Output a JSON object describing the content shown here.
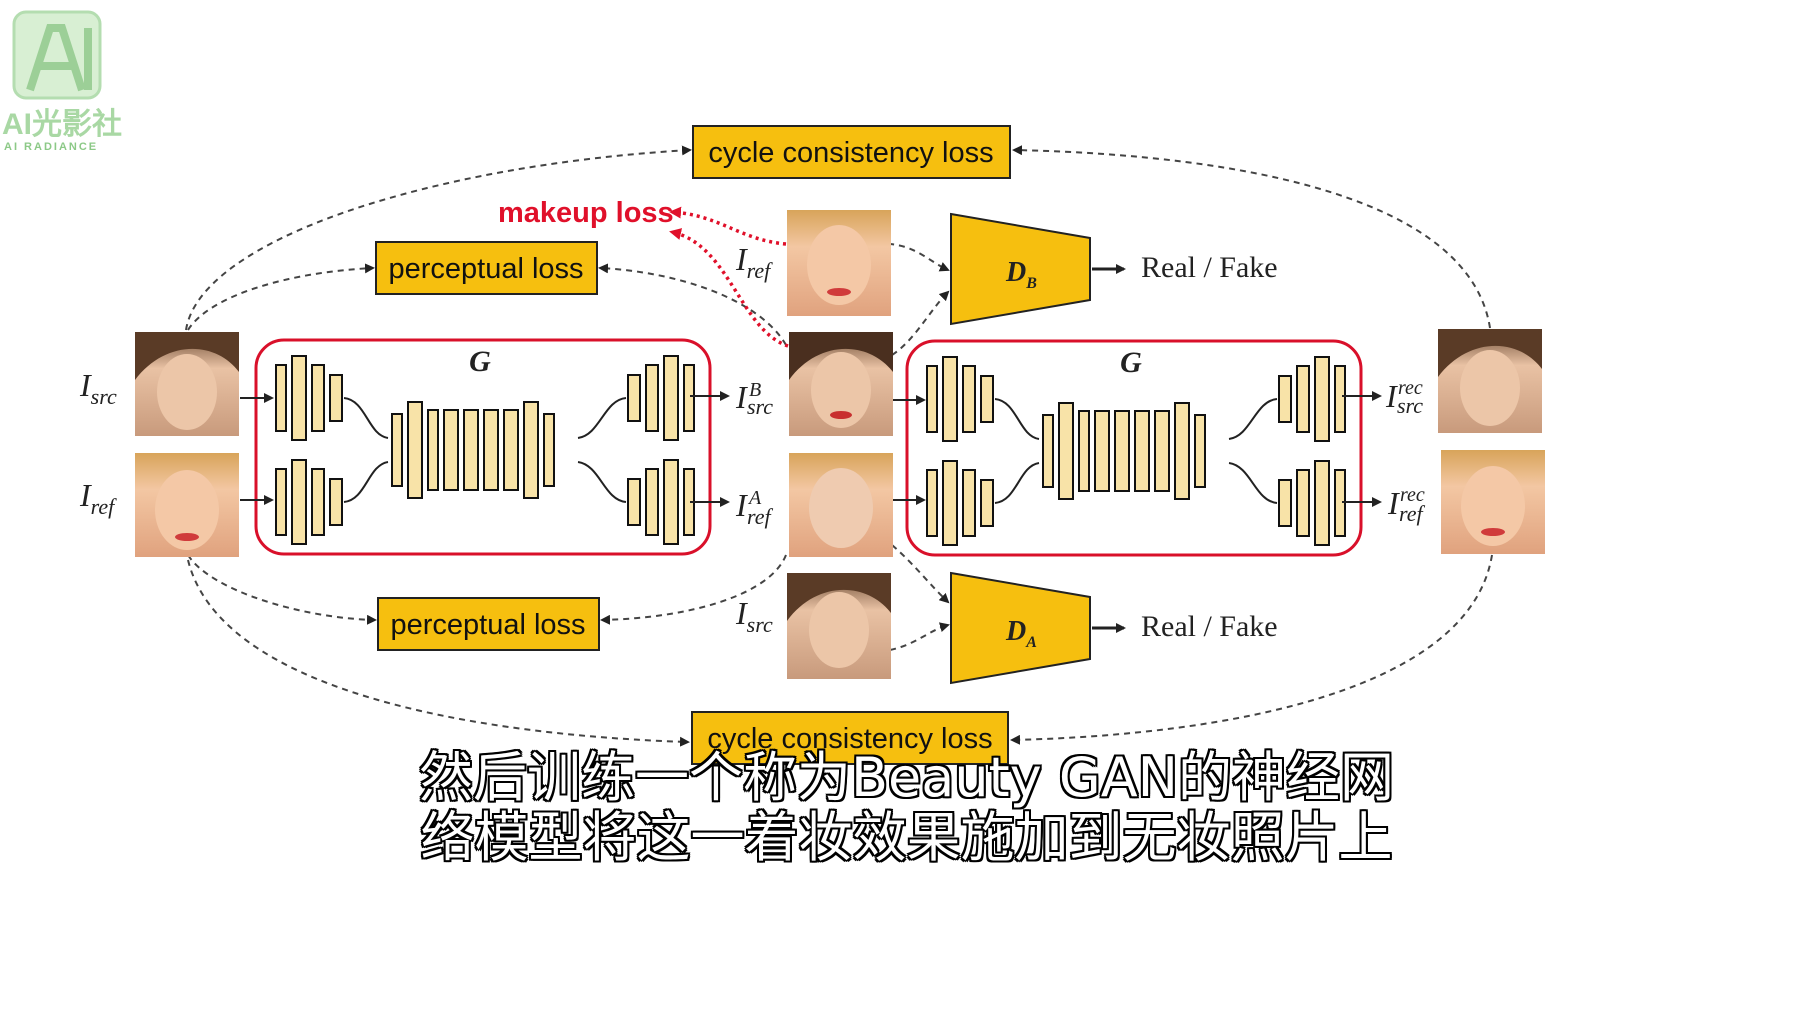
{
  "logo": {
    "brand_text": "AI光影社",
    "brand_sub": "AI RADIANCE"
  },
  "losses": {
    "cycle_top": "cycle consistency loss",
    "cycle_bottom": "cycle consistency loss",
    "perceptual_top": "perceptual loss",
    "perceptual_bottom": "perceptual loss",
    "makeup": "makeup loss"
  },
  "generator_label": "G",
  "discriminators": {
    "db": {
      "base": "D",
      "sub": "B"
    },
    "da": {
      "base": "D",
      "sub": "A"
    }
  },
  "real_fake": "Real / Fake",
  "symbols": {
    "I": "I",
    "src": "src",
    "ref": "ref",
    "rec": "rec",
    "A": "A",
    "B": "B"
  },
  "colors": {
    "loss_box": "#f6bf0f",
    "discriminator": "#f6bf0f",
    "generator_border": "#d9102a",
    "makeup_red": "#e0102a",
    "layer_fill": "#f8e3a8"
  },
  "caption": {
    "line1": "然后训练一个称为Beauty GAN的神经网",
    "line2": "络模型将这一着妆效果施加到无妆照片上"
  }
}
